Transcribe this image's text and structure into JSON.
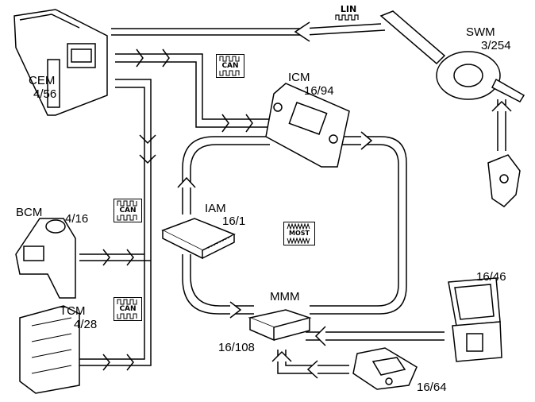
{
  "components": {
    "cem": {
      "name": "CEM",
      "code": "4/56"
    },
    "icm": {
      "name": "ICM",
      "code": "16/94"
    },
    "swm": {
      "name": "SWM",
      "code": "3/254"
    },
    "bcm": {
      "name": "BCM",
      "code": "4/16"
    },
    "iam": {
      "name": "IAM",
      "code": "16/1"
    },
    "tcm": {
      "name": "TCM",
      "code": "4/28"
    },
    "mmm": {
      "name": "MMM",
      "code": "16/108"
    },
    "display": {
      "code": "16/46"
    },
    "control_panel": {
      "code": "16/64"
    }
  },
  "buses": {
    "lin": "LIN",
    "can_top": "CAN",
    "can_bcm": "CAN",
    "can_tcm": "CAN",
    "most": "MOST"
  },
  "colors": {
    "line": "#000000",
    "background": "#ffffff"
  }
}
